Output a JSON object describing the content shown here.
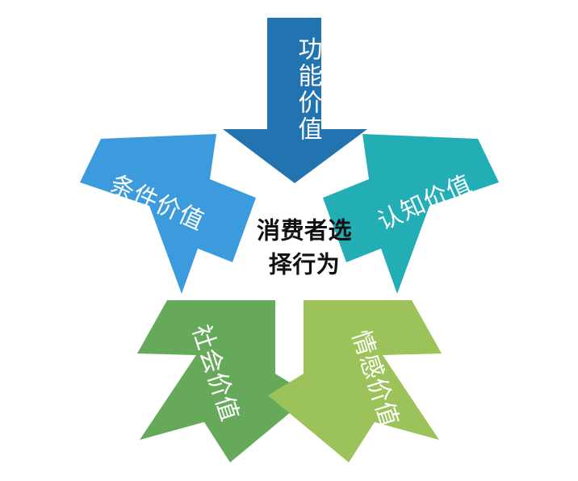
{
  "diagram": {
    "title": "消费者选择行为",
    "type": "converging-arrows",
    "background_color": "#FFFFFF",
    "center": {
      "lines": [
        "消费者选",
        "择行为"
      ],
      "text_color": "#111111"
    },
    "arrows": [
      {
        "id": "functional-value",
        "label": "功能价值",
        "color": "#2274B0",
        "direction": "down",
        "position": "top",
        "label_orientation": "vertical",
        "label_color": "#FFFFFF"
      },
      {
        "id": "conditional-value",
        "label": "条件价值",
        "color": "#3C9BDC",
        "direction": "down-right",
        "position": "left",
        "label_orientation": "rotated-24",
        "label_color": "#FFFFFF"
      },
      {
        "id": "epistemic-value",
        "label": "认知价值",
        "color": "#23ADB5",
        "direction": "down-left",
        "position": "right",
        "label_orientation": "rotated-minus-24",
        "label_color": "#FFFFFF"
      },
      {
        "id": "social-value",
        "label": "社会价值",
        "color": "#67A95A",
        "direction": "up-right",
        "position": "bottom-left",
        "label_orientation": "rotated-72",
        "label_color": "#FFFFFF"
      },
      {
        "id": "emotional-value",
        "label": "情感价值",
        "color": "#9CC35A",
        "direction": "up-left",
        "position": "bottom-right",
        "label_orientation": "rotated-72",
        "label_color": "#FFFFFF"
      }
    ]
  }
}
